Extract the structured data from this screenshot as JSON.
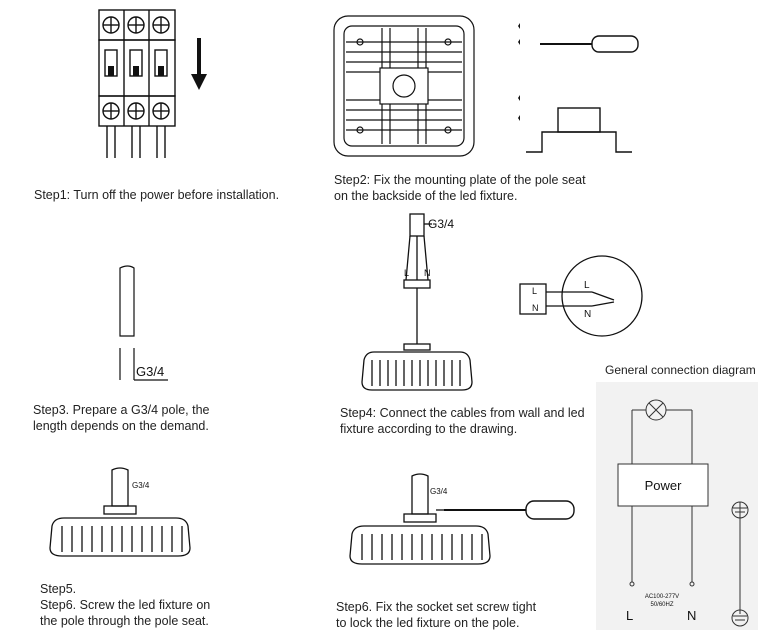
{
  "step1": {
    "caption": "Step1: Turn off the power before installation."
  },
  "step2": {
    "caption_line1": "Step2: Fix the mounting plate of the pole seat",
    "caption_line2": "on the backside of the led fixture."
  },
  "step3": {
    "caption_line1": "Step3. Prepare a G3/4 pole, the",
    "caption_line2": "length depends on the demand.",
    "pole_label": "G3/4"
  },
  "step4": {
    "caption_line1": "Step4: Connect the cables from wall and led",
    "caption_line2": "fixture according to the drawing.",
    "thread_label": "G3/4",
    "wire_labels": "L",
    "wire_labels_n": "N",
    "terminal_L": "L",
    "terminal_N": "N",
    "circle_L": "L",
    "circle_N": "N"
  },
  "step5": {
    "caption_line1": "Step5.",
    "caption_line2": "Step6. Screw the led fixture on",
    "caption_line3": "the pole through the pole seat.",
    "pole_label": "G3/4"
  },
  "step6": {
    "caption_line1": "Step6. Fix the socket set screw tight",
    "caption_line2": "to lock the led fixture on the pole.",
    "pole_label": "G3/4"
  },
  "connection": {
    "title": "General connection diagram",
    "box_label": "Power",
    "spec_line1": "AC100-277V",
    "spec_line2": "50/60HZ",
    "L": "L",
    "N": "N"
  }
}
